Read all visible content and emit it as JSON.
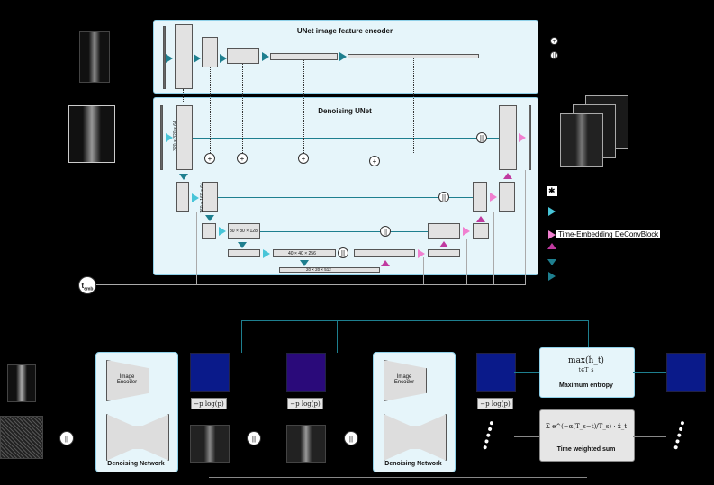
{
  "top": {
    "encoder_title": "UNet image feature encoder",
    "denoise_title": "Denoising UNet",
    "dims": {
      "d1": "320 × 320 × 64",
      "d2": "160 × 160 × 64",
      "d3": "80 × 80 × 128",
      "d4": "40 × 40 × 256",
      "d5": "20 × 20 × 512"
    },
    "ops": {
      "add": "+",
      "concat": "||"
    },
    "t_label": "t",
    "t_sub": "emb",
    "legend": {
      "plus": "+",
      "concat": "||",
      "star": "✱",
      "deconv_text": "Time-Embedding DeConvBlock"
    }
  },
  "bottom": {
    "net1_label": "Denoising Network",
    "net2_label": "Denoising Network",
    "encoder_text": "Image Encoder",
    "entropy_formula": "−p log(p)",
    "concat": "||",
    "max_formula": "max(ĥ_t)",
    "max_sub": "t∈T_s",
    "max_label": "Maximum entropy",
    "sum_formula": "Σ e^(−α(T_s−t)/T_s) · x̂_t",
    "sum_label": "Time weighted sum"
  },
  "colors": {
    "panel_bg": "#e6f5fa",
    "panel_border": "#8fd0e8",
    "teal": "#1e7f8f",
    "pink": "#f080d0"
  }
}
